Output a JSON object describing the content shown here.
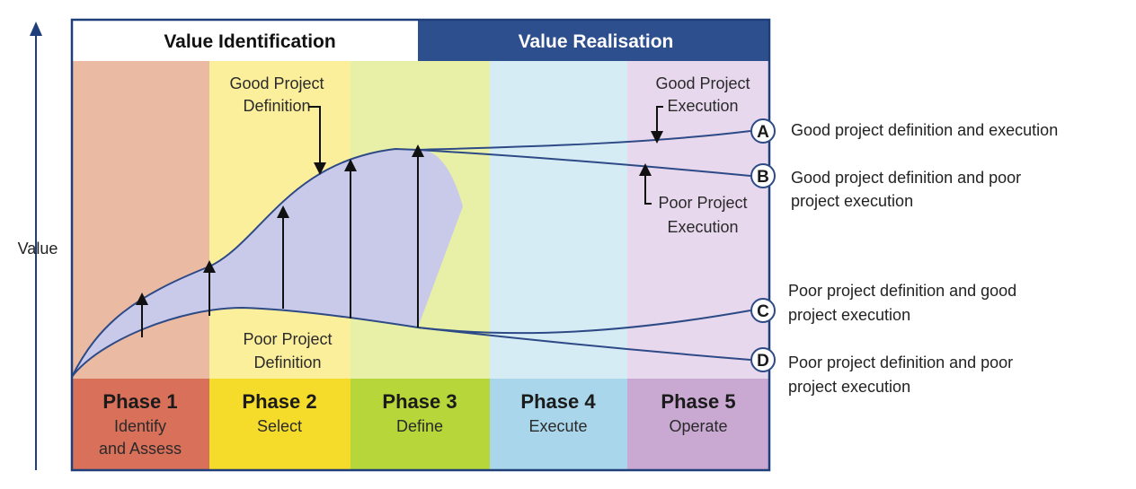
{
  "header": {
    "left": "Value Identification",
    "right": "Value Realisation"
  },
  "axis": {
    "ylabel": "Value"
  },
  "phases": [
    {
      "title": "Phase 1",
      "lines": [
        "Identify",
        "and Assess"
      ]
    },
    {
      "title": "Phase 2",
      "lines": [
        "Select"
      ]
    },
    {
      "title": "Phase 3",
      "lines": [
        "Define"
      ]
    },
    {
      "title": "Phase 4",
      "lines": [
        "Execute"
      ]
    },
    {
      "title": "Phase 5",
      "lines": [
        "Operate"
      ]
    }
  ],
  "annotations": {
    "good_definition": [
      "Good Project",
      "Definition"
    ],
    "poor_definition": [
      "Poor Project",
      "Definition"
    ],
    "good_execution": [
      "Good Project",
      "Execution"
    ],
    "poor_execution": [
      "Poor Project",
      "Execution"
    ]
  },
  "outcomes": [
    {
      "letter": "A",
      "lines": [
        "Good project definition and execution"
      ]
    },
    {
      "letter": "B",
      "lines": [
        "Good project definition and poor",
        "project execution"
      ]
    },
    {
      "letter": "C",
      "lines": [
        "Poor project definition and good",
        "project execution"
      ]
    },
    {
      "letter": "D",
      "lines": [
        "Poor project definition and poor",
        "project execution"
      ]
    }
  ],
  "colors": {
    "header_right_bg": "#2e4f8e",
    "phase_bands": [
      "#eabaa2",
      "#fcef9c",
      "#e7f0a6",
      "#d6ecf5",
      "#e7d8ee"
    ],
    "phase_boxes": [
      "#d9705a",
      "#f6dc2a",
      "#b6d639",
      "#a9d6ea",
      "#c9a8d2"
    ],
    "envelope_fill": "#c9c9ea",
    "curve_stroke": "#2d4a86"
  }
}
